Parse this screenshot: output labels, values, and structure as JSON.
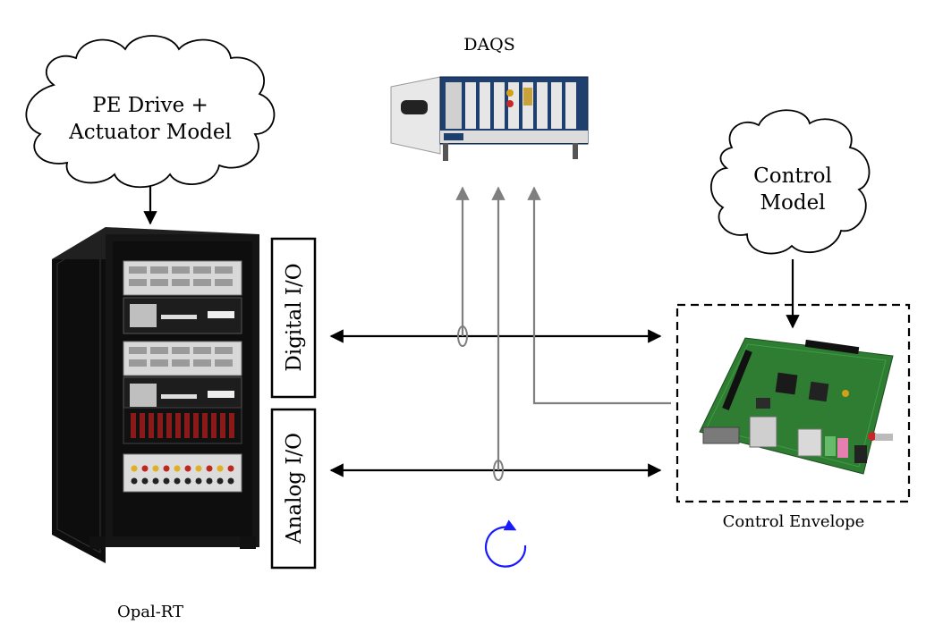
{
  "clouds": {
    "plant_model": {
      "line1": "PE Drive +",
      "line2": "Actuator Model"
    },
    "control_model": {
      "line1": "Control",
      "line2": "Model"
    }
  },
  "io_boxes": {
    "digital": "Digital I/O",
    "analog": "Analog I/O"
  },
  "labels": {
    "daqs": "DAQS",
    "control_envelope": "Control Envelope",
    "opal_rt": "Opal-RT"
  },
  "colors": {
    "signal_black": "#000000",
    "signal_gray": "#7f7f7f",
    "loop_icon": "#1a1aff",
    "board_green": "#2e7d32",
    "rack_black": "#151515"
  },
  "icons": {
    "loop": "circular-arrow-icon"
  }
}
